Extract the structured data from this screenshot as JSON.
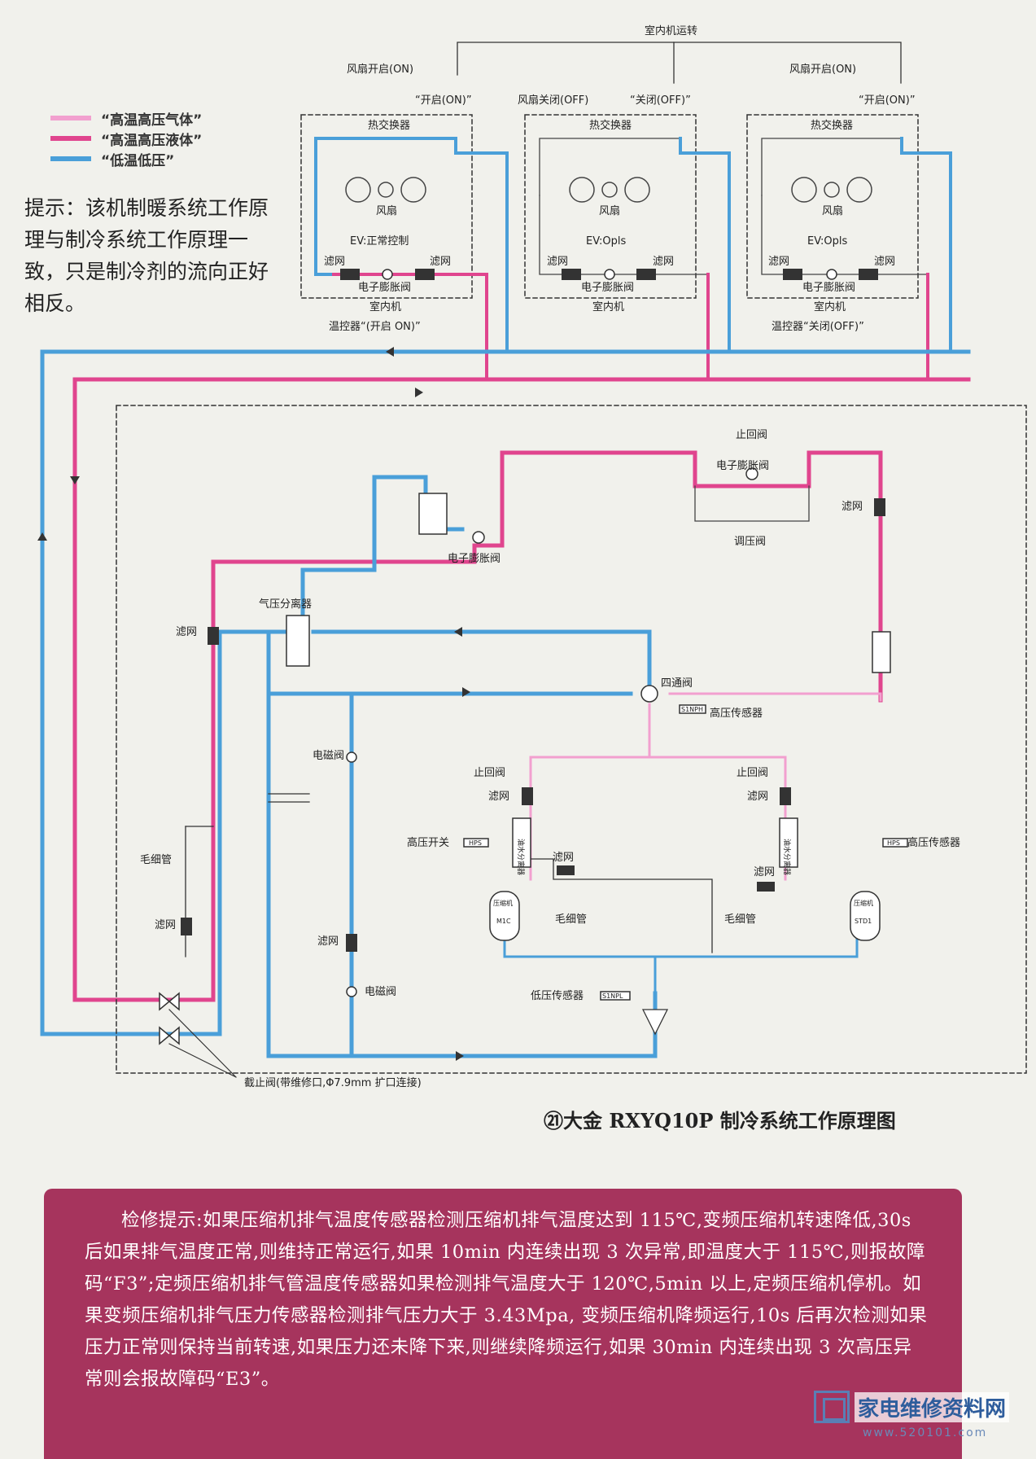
{
  "legend": [
    {
      "label": "“高温高压气体”",
      "color": "#f2a0cf"
    },
    {
      "label": "“高温高压液体”",
      "color": "#e0458e"
    },
    {
      "label": "“低温低压”",
      "color": "#4a9fd9"
    }
  ],
  "note": "提示：该机制暖系统工作原理与制冷系统工作原理一致，只是制冷剂的流向正好相反。",
  "indoor": {
    "top_label": "室内机运转",
    "fan_on": "风扇开启(ON)",
    "fan_off": "风扇关闭(OFF)",
    "on_q": "“开启(ON)”",
    "off_q": "“关闭(OFF)”",
    "heat_exchanger": "热交换器",
    "fan": "风扇",
    "ev_normal": "EV:正常控制",
    "ev_opls": "EV:Opls",
    "filter": "滤网",
    "eev": "电子膨胀阀",
    "indoor_unit": "室内机",
    "thermo_on": "温控器“(开启 ON)”",
    "thermo_off": "温控器“关闭(OFF)”"
  },
  "outdoor": {
    "check_valve": "止回阀",
    "eev": "电子膨胀阀",
    "filter": "滤网",
    "pressure_regulator": "调压阀",
    "gas_separator": "气压分离器",
    "four_way": "四通阀",
    "hp_sensor": "高压传感器",
    "solenoid": "电磁阀",
    "capillary": "毛细管",
    "hp_switch": "高压开关",
    "oil_separator": "油水分离器",
    "compressor": "压缩机",
    "lp_sensor": "低压传感器",
    "stop_valve": "截止阀(带维修口,Φ7.9mm 扩口连接)",
    "sensor_tag_hp": "S1NPH",
    "sensor_tag_lp": "S1NPL",
    "hps_tag": "HPS",
    "m1c": "M1C",
    "std1": "STD1"
  },
  "caption": "㉑大金 RXYQ10P 制冷系统工作原理图",
  "tip": "检修提示:如果压缩机排气温度传感器检测压缩机排气温度达到 115℃,变频压缩机转速降低,30s 后如果排气温度正常,则维持正常运行,如果 10min 内连续出现 3 次异常,即温度大于 115℃,则报故障码“F3”;定频压缩机排气管温度传感器如果检测排气温度大于 120℃,5min 以上,定频压缩机停机。如果变频压缩机排气压力传感器检测排气压力大于 3.43Mpa, 变频压缩机降频运行,10s 后再次检测如果压力正常则保持当前转速,如果压力还未降下来,则继续降频运行,如果 30min 内连续出现 3 次高压异常则会报故障码“E3”。",
  "brand": {
    "name": "家电维修资料网",
    "site": "www.520101.com"
  },
  "colors": {
    "gas": "#f2a0cf",
    "liquid": "#e0458e",
    "low": "#4a9fd9",
    "tip_bg": "#a6345d"
  }
}
